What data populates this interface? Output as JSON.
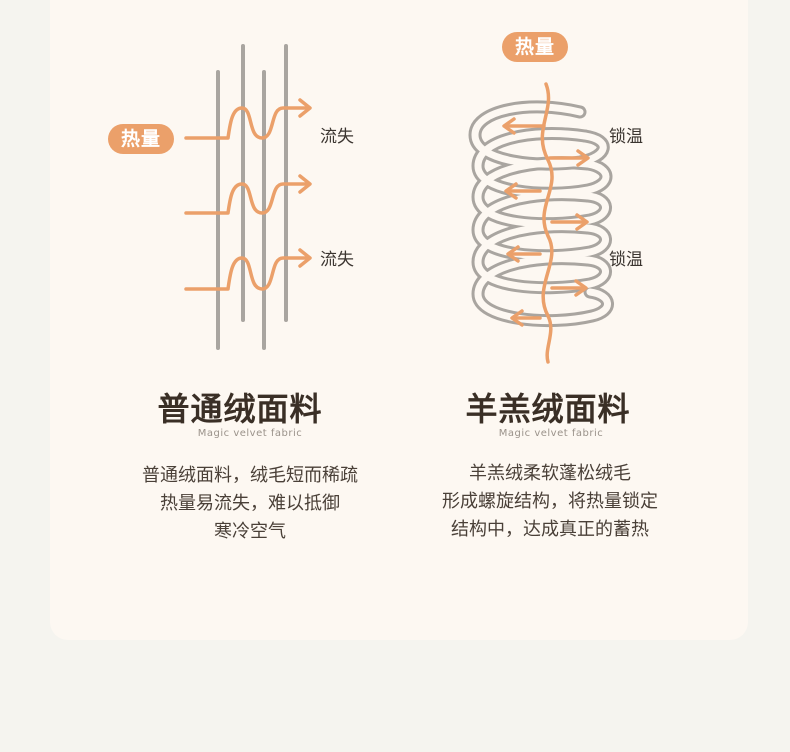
{
  "left": {
    "badge": "热量",
    "labels": [
      "流失",
      "流失"
    ],
    "title": "普通绒面料",
    "subtitle": "Magic velvet fabric",
    "description": [
      "普通绒面料，绒毛短而稀疏",
      "热量易流失，难以抵御",
      "寒冷空气"
    ]
  },
  "right": {
    "badge": "热量",
    "labels": [
      "锁温",
      "锁温"
    ],
    "title": "羊羔绒面料",
    "subtitle": "Magic velvet fabric",
    "description": [
      "羊羔绒柔软蓬松绒毛",
      "形成螺旋结构，将热量锁定",
      "结构中，达成真正的蓄热"
    ]
  },
  "colors": {
    "accent": "#eba06a",
    "fiber": "#a9a5a0",
    "background": "#f5f4ef",
    "card": "#fdf8f2"
  }
}
